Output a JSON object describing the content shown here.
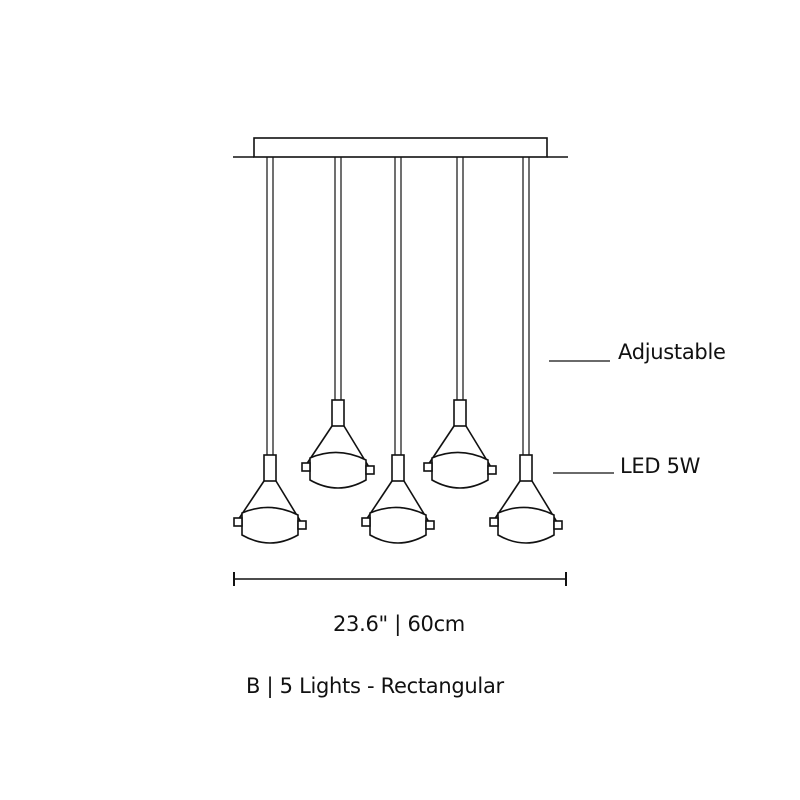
{
  "diagram": {
    "type": "product-dimension-drawing",
    "subject": "pendant light fixture",
    "canopy": {
      "shape": "rectangular"
    },
    "pendant_count": 5,
    "annotations": {
      "cord_label": "Adjustable",
      "shade_label": "LED 5W"
    },
    "dimension": {
      "width_label": "23.6\" | 60cm"
    },
    "caption": "B | 5 Lights - Rectangular",
    "colors": {
      "line": "#111111",
      "background": "#ffffff"
    }
  }
}
